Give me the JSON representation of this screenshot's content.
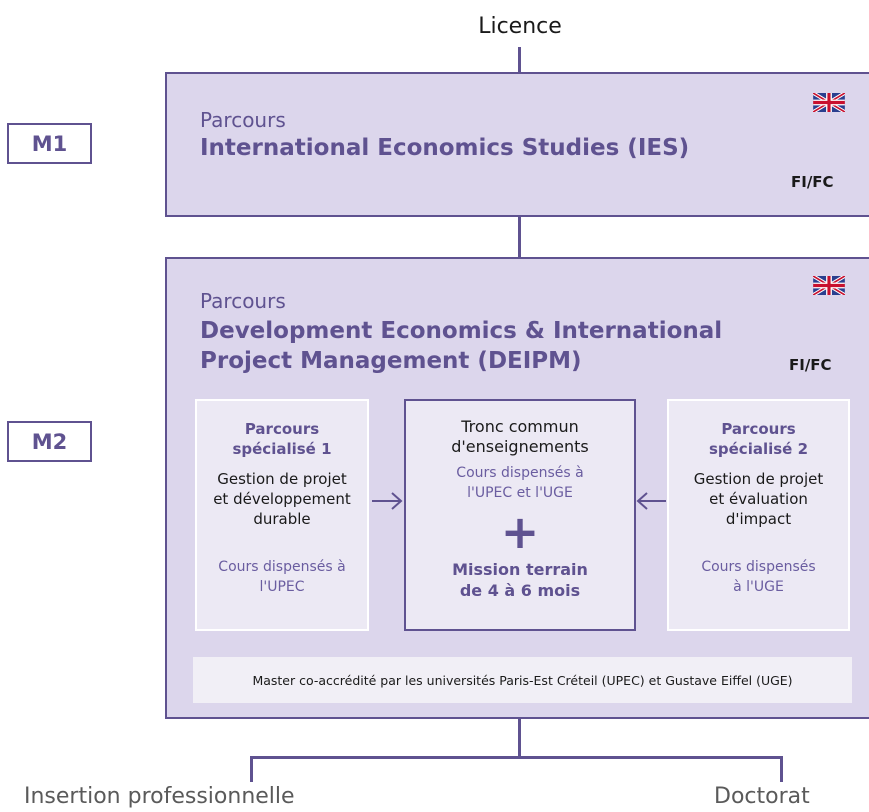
{
  "top_label": "Licence",
  "levels": {
    "m1": "M1",
    "m2": "M2"
  },
  "m1_panel": {
    "kicker": "Parcours",
    "title": "International Economics Studies (IES)",
    "mode": "FI/FC",
    "flag": "uk-flag-icon"
  },
  "m2_panel": {
    "kicker": "Parcours",
    "title_line1": "Development Economics & International",
    "title_line2": "Project Management (DEIPM)",
    "mode": "FI/FC",
    "flag": "uk-flag-icon",
    "left_card": {
      "head_line1": "Parcours",
      "head_line2": "spécialisé 1",
      "body_line1": "Gestion de projet",
      "body_line2": "et développement",
      "body_line3": "durable",
      "note_line1": "Cours dispensés à",
      "note_line2": "l'UPEC"
    },
    "center_card": {
      "body_line1": "Tronc commun",
      "body_line2": "d'enseignements",
      "note_line1": "Cours dispensés à",
      "note_line2": "l'UPEC et l'UGE",
      "plus": "+",
      "mission_line1": "Mission terrain",
      "mission_line2": "de 4 à 6 mois"
    },
    "right_card": {
      "head_line1": "Parcours",
      "head_line2": "spécialisé 2",
      "body_line1": "Gestion de projet",
      "body_line2": "et évaluation",
      "body_line3": "d'impact",
      "note_line1": "Cours dispensés",
      "note_line2": "à l'UGE"
    },
    "footer": "Master co-accrédité par les universités Paris-Est Créteil (UPEC) et Gustave Eiffel (UGE)"
  },
  "outcomes": {
    "left": "Insertion professionnelle",
    "right": "Doctorat"
  },
  "colors": {
    "accent": "#5f5290",
    "panel": "#dcd6ec",
    "card": "#ece9f4"
  }
}
